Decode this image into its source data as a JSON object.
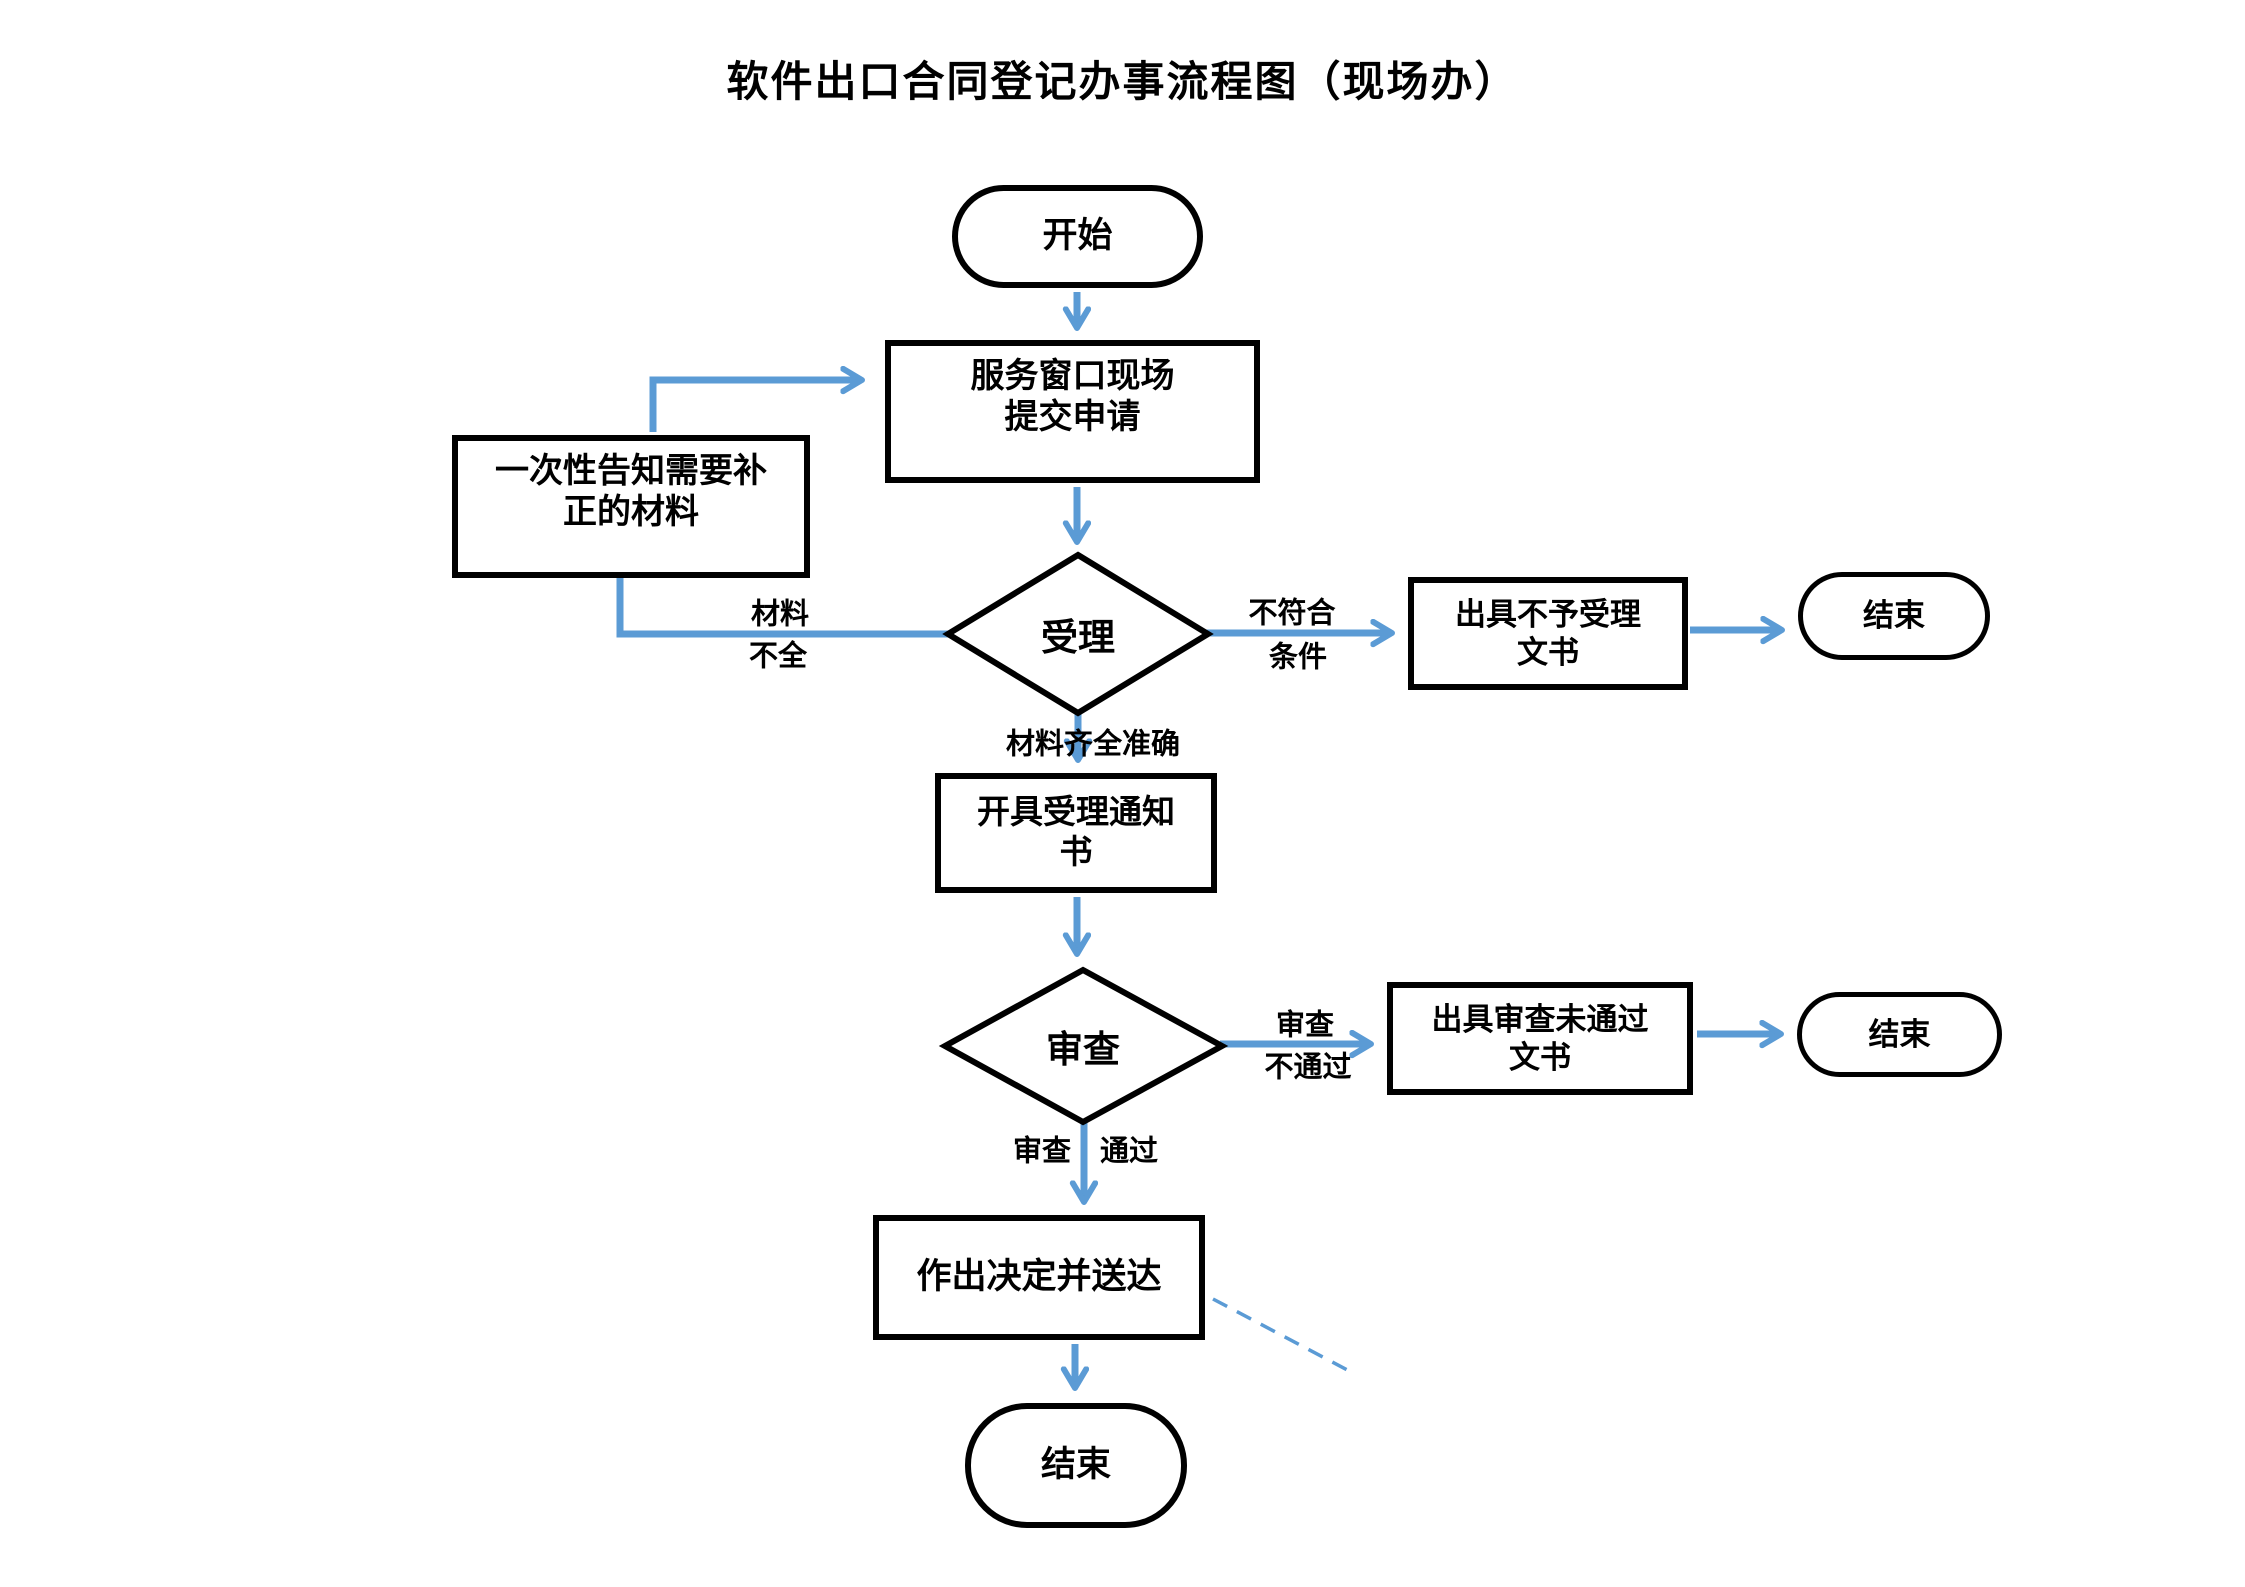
{
  "title": "软件出口合同登记办事流程图（现场办）",
  "colors": {
    "arrow": "#5b9bd5",
    "border": "#000000",
    "fill": "#ffffff",
    "text": "#000000",
    "background": "#ffffff"
  },
  "nodes": {
    "start": {
      "type": "terminator",
      "label": "开始"
    },
    "submit_window": {
      "type": "process",
      "label": "服务窗口现场\n提交申请"
    },
    "notify_correction": {
      "type": "process",
      "label": "一次性告知需要补\n正的材料"
    },
    "accept_decision": {
      "type": "decision",
      "label": "受理"
    },
    "reject_doc": {
      "type": "process",
      "label": "出具不予受理\n文书"
    },
    "end_1": {
      "type": "terminator",
      "label": "结束"
    },
    "acceptance_notice": {
      "type": "process",
      "label": "开具受理通知\n书"
    },
    "review_decision": {
      "type": "decision",
      "label": "审查"
    },
    "review_fail_doc": {
      "type": "process",
      "label": "出具审查未通过\n文书"
    },
    "end_2": {
      "type": "terminator",
      "label": "结束"
    },
    "make_decision": {
      "type": "process",
      "label": "作出决定并送达"
    },
    "end_3": {
      "type": "terminator",
      "label": "结束"
    }
  },
  "edge_labels": {
    "materials_incomplete_line1": "材料",
    "materials_incomplete_line2": "不全",
    "not_qualified_line1": "不符合",
    "not_qualified_line2": "条件",
    "materials_complete": "材料齐全准确",
    "review_fail_line1": "审查",
    "review_fail_line2": "不通过",
    "review_pass_word1": "审查",
    "review_pass_word2": "通过"
  }
}
